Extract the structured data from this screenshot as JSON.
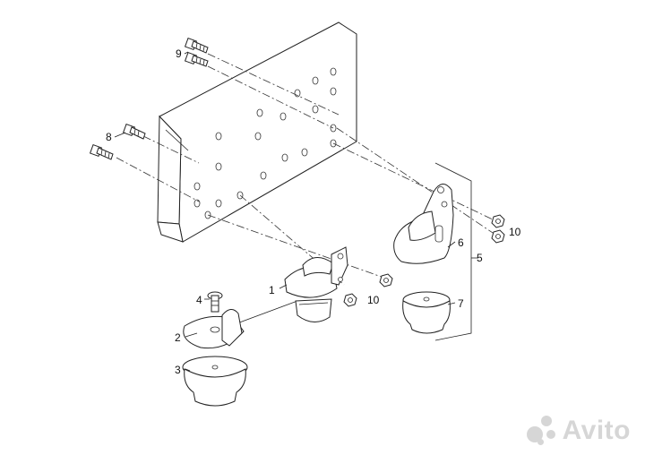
{
  "callouts": {
    "c1": "1",
    "c2": "2",
    "c3": "3",
    "c4": "4",
    "c5": "5",
    "c6": "6",
    "c7": "7",
    "c8": "8",
    "c9": "9",
    "c10a": "10",
    "c10b": "10"
  },
  "watermark": {
    "text": "Avito"
  },
  "colors": {
    "ink": "#222222",
    "watermark": "#d6d6d6",
    "background": "#ffffff"
  }
}
